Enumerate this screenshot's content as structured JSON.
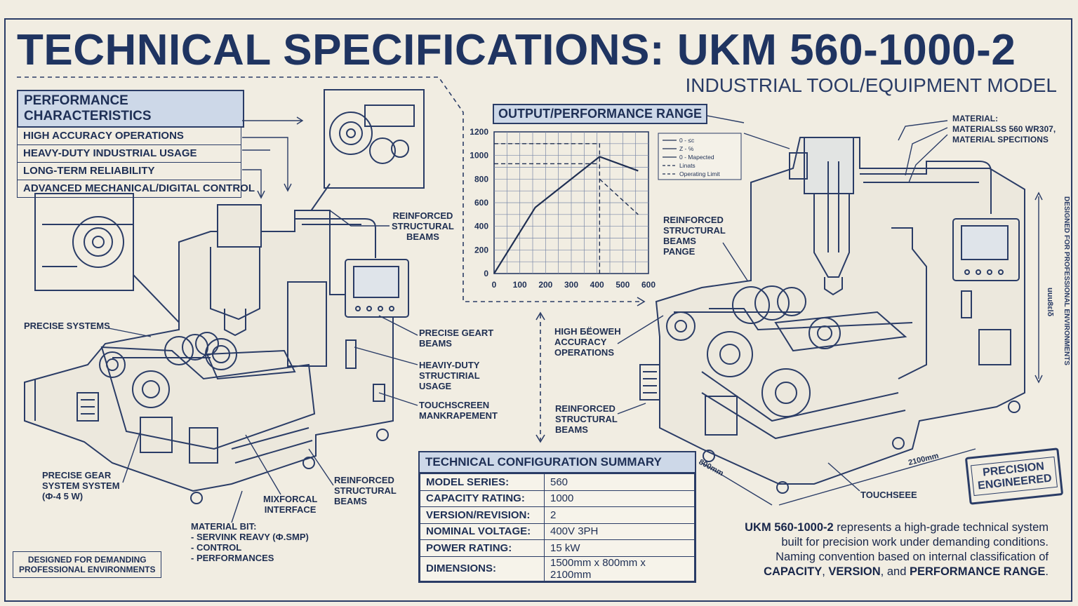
{
  "header": {
    "title": "TECHNICAL SPECIFICATIONS: UKM 560-1000-2",
    "subtitle": "INDUSTRIAL TOOL/EQUIPMENT MODEL"
  },
  "performance": {
    "heading": "PERFORMANCE CHARACTERISTICS",
    "items": [
      "HIGH ACCURACY OPERATIONS",
      "HEAVY-DUTY INDUSTRIAL USAGE",
      "LONG-TERM RELIABILITY",
      "ADVANCED MECHANICAL/DIGITAL CONTROL"
    ]
  },
  "left_labels": {
    "reinforced_top": "REINFORCED\nSTRUCTURAL\nBEAMS",
    "precise_systems": "PRECISE SYSTEMS",
    "precise_geart": "PRECISE GEART\nBEAMS",
    "heavy_duty": "HEAVIY-DUTY\nSTRUCTIRIAL\nUSAGE",
    "touchscreen": "TOUCHSCREEN\nMANKRAPEMENT",
    "precise_gear": "PRECISE GEAR\nSYSTEM SYSTEM\n(Ф-4 5 W)",
    "mixforcal": "MIXFORCAL\nINTERFACE",
    "reinforced_bottom": "REINFORCED\nSTRUCTURAL\nBEAMS",
    "material_bit": "MATERIAL BIT:\n- SERVINK REAVY (Ф.SMP)\n- CONTROL\n- PERFORMANCES"
  },
  "right_labels": {
    "material": "MATERIAL:\nMATERIALSS 560 WR307,\nMATERIAL SPECITIONS",
    "reinforced_range": "REINFORCED\nSTRUCTURAL\nBEAMS\nPANGE",
    "high_accuracy": "HIGH БЁОWEH\nACCURACY\nOPERATIONS",
    "reinforced_low": "REINFORCED\nSTRUCTURAL\nBEAMS",
    "touchseee": "TOUCHSEEE",
    "dim_800": "800mm",
    "dim_2100": "2100mm",
    "dim_vert": "uuu8εlδ",
    "designed_vertical": "DESIGNED FOR PROFESSIONAL ENVIRONMENTS"
  },
  "chart_data": {
    "type": "line",
    "title": "OUTPUT/PERFORMANCE RANGE",
    "xlim": [
      0,
      600
    ],
    "ylim": [
      0,
      1200
    ],
    "x_ticks": [
      0,
      100,
      200,
      300,
      400,
      500,
      600
    ],
    "y_ticks": [
      0,
      200,
      400,
      600,
      800,
      1000,
      1200
    ],
    "grid": true,
    "legend_position": "right",
    "legend": [
      "0 - ≤c",
      "Z - ℅",
      "0 - Mapected",
      "Linats",
      "Operating Limit"
    ],
    "series": [
      {
        "style": "solid",
        "x": [
          0,
          160,
          410,
          560
        ],
        "y": [
          0,
          560,
          990,
          870
        ]
      },
      {
        "style": "dashed",
        "x": [
          410,
          560
        ],
        "y": [
          800,
          500
        ]
      },
      {
        "style": "dashed",
        "x": [
          0,
          410,
          410
        ],
        "y": [
          1100,
          1100,
          0
        ]
      },
      {
        "style": "dashed",
        "x": [
          0,
          410
        ],
        "y": [
          930,
          930
        ]
      }
    ]
  },
  "config": {
    "heading": "TECHNICAL CONFIGURATION SUMMARY",
    "rows": [
      {
        "k": "MODEL SERIES:",
        "v": "560"
      },
      {
        "k": "CAPACITY RATING:",
        "v": "1000"
      },
      {
        "k": "VERSION/REVISION:",
        "v": "2"
      },
      {
        "k": "NOMINAL VOLTAGE:",
        "v": "400V 3PH"
      },
      {
        "k": "POWER RATING:",
        "v": "15 kW"
      },
      {
        "k": "DIMENSIONS:",
        "v": "1500mm x 800mm x 2100mm"
      }
    ]
  },
  "footer": {
    "designed": "DESIGNED FOR DEMANDING\nPROFESSIONAL ENVIRONMENTS",
    "stamp": "PRECISION\nENGINEERED",
    "desc_model": "UKM 560-1000-2",
    "desc_line1": " represents a high-grade technical system",
    "desc_line2": "built for precision work under demanding conditions.",
    "desc_line3": "Naming convention based on internal classification of",
    "desc_capacity": "CAPACITY",
    "desc_version": "VERSION",
    "desc_and": ", and ",
    "desc_range": "PERFORMANCE RANGE",
    "desc_comma": ", ",
    "desc_period": "."
  },
  "colors": {
    "ink": "#2a3c66",
    "paper": "#f1ede2",
    "header_fill": "#cdd8e8"
  }
}
